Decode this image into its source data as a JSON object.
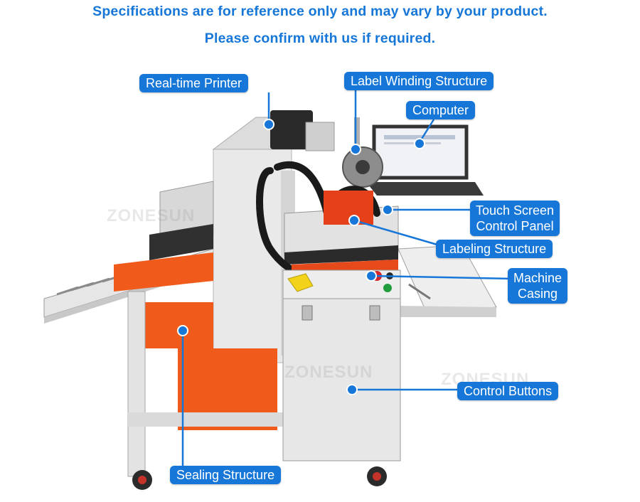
{
  "notice": {
    "line1": "Specifications are for reference only and may vary by your product.",
    "line2": "Please confirm with us if required."
  },
  "labels": {
    "printer": "Real-time Printer",
    "winding": "Label Winding Structure",
    "computer": "Computer",
    "touch_line1": "Touch Screen",
    "touch_line2": "Control Panel",
    "labeling": "Labeling Structure",
    "casing_line1": "Machine",
    "casing_line2": "Casing",
    "control_buttons": "Control Buttons",
    "sealing": "Sealing Structure"
  },
  "watermark": "ZONESUN",
  "colors": {
    "accent": "#1677d8",
    "machine_white": "#e8e8e8",
    "machine_orange": "#f05a1a",
    "cable_black": "#1a1a1a"
  }
}
